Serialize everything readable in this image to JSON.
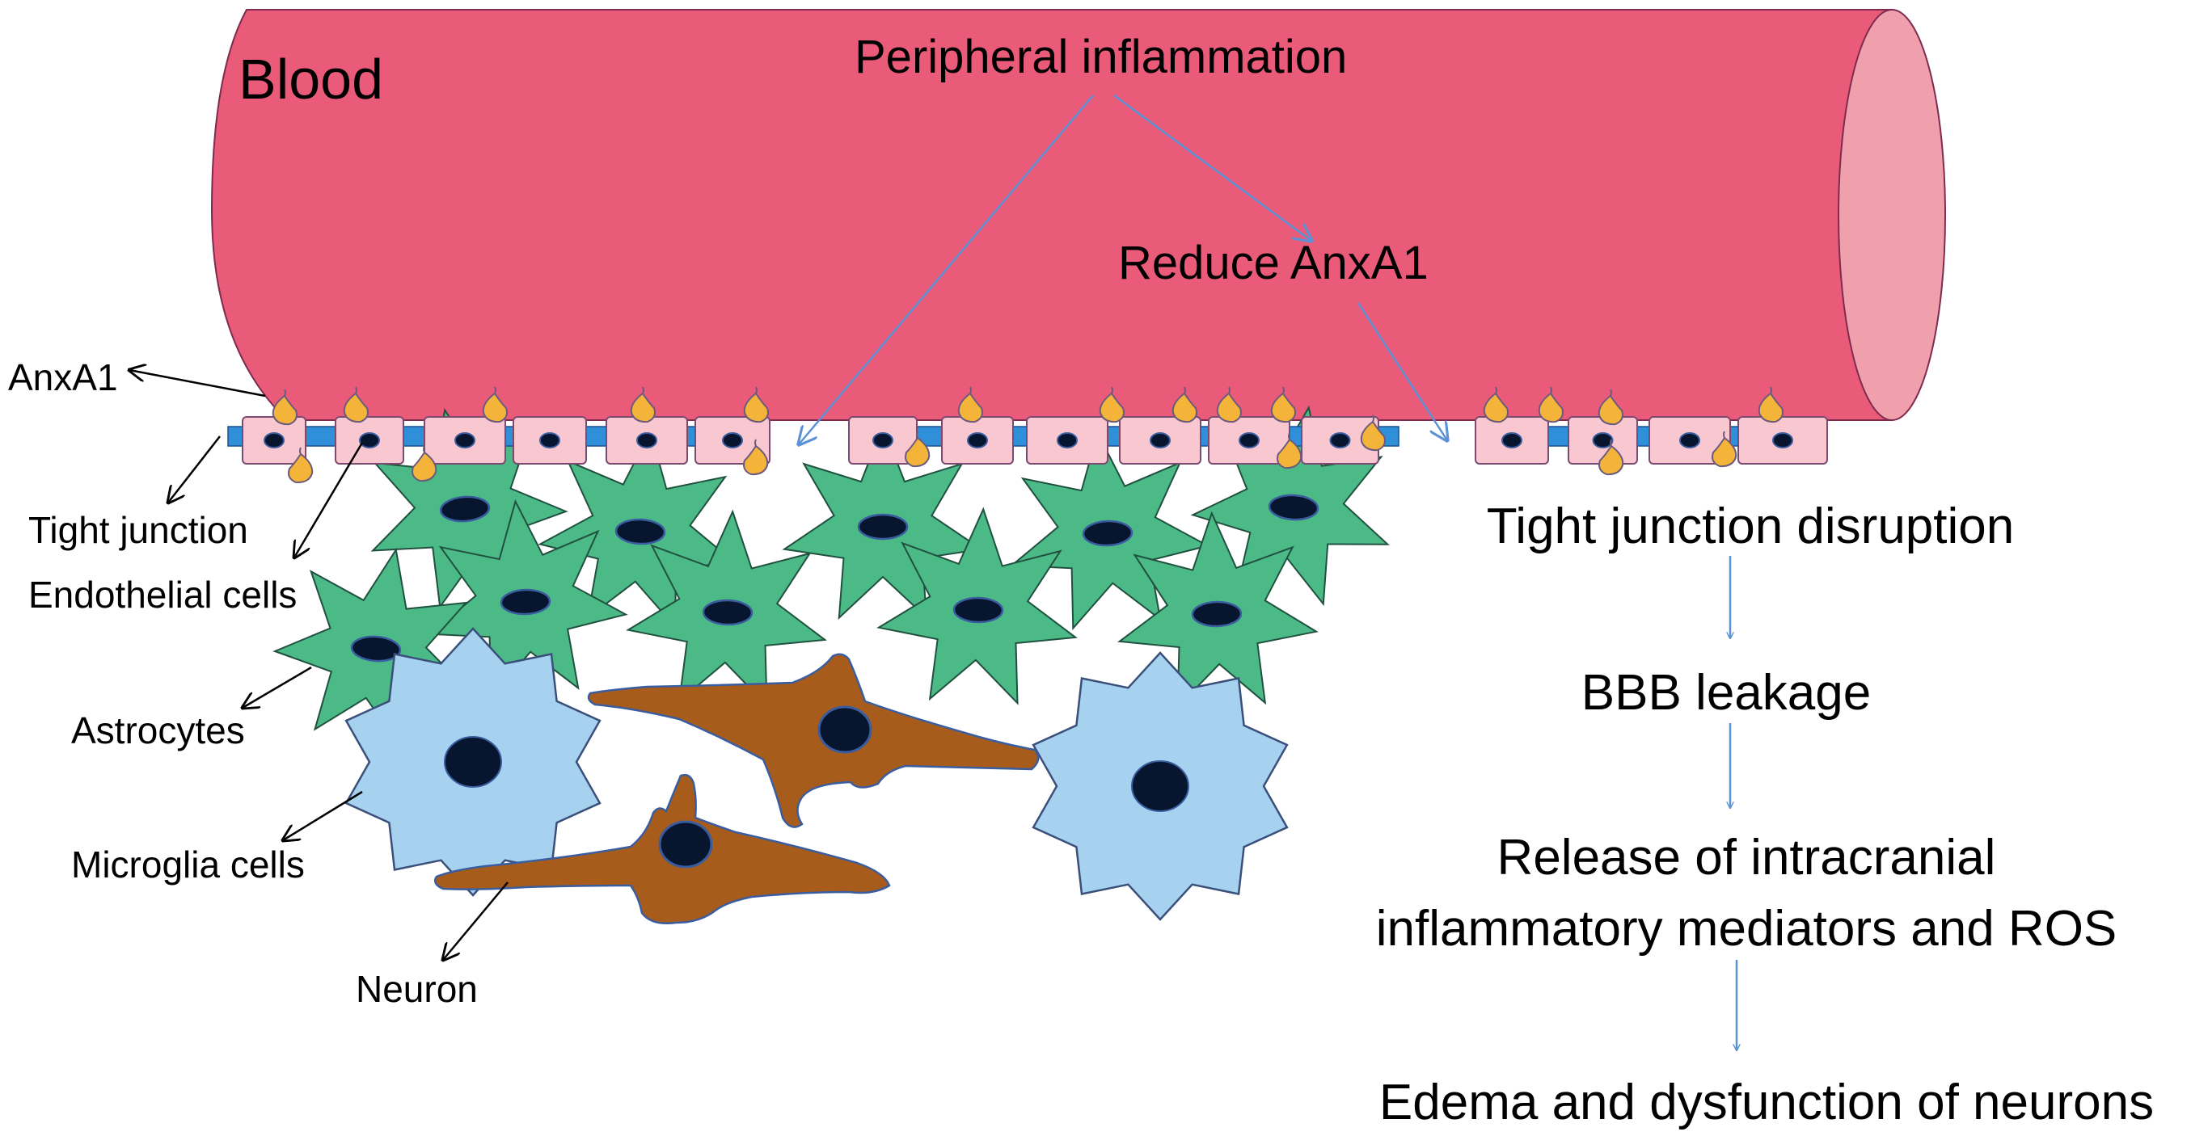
{
  "labels": {
    "blood": "Blood",
    "peripheral_inflammation": "Peripheral inflammation",
    "reduce_anxa1": "Reduce AnxA1",
    "anxa1": "AnxA1",
    "tight_junction": "Tight junction",
    "endothelial_cells": "Endothelial cells",
    "astrocytes": "Astrocytes",
    "microglia_cells": "Microglia cells",
    "neuron": "Neuron"
  },
  "cascade": {
    "step1": "Tight junction disruption",
    "step2": "BBB leakage",
    "step3_line1": "Release of intracranial",
    "step3_line2": "inflammatory mediators and ROS",
    "step4": "Edema and dysfunction of neurons"
  },
  "colors": {
    "vessel": "#e95b79",
    "vessel_end": "#efa0ac",
    "endothelial": "#f8c7cf",
    "tight_junction": "#2f8fd8",
    "anxa1": "#f4b43a",
    "astrocyte": "#4cba86",
    "microglia": "#a7d2ef",
    "neuron": "#a75c1b",
    "nucleus": "#07162e",
    "arrow_blue": "#5b92d6"
  }
}
